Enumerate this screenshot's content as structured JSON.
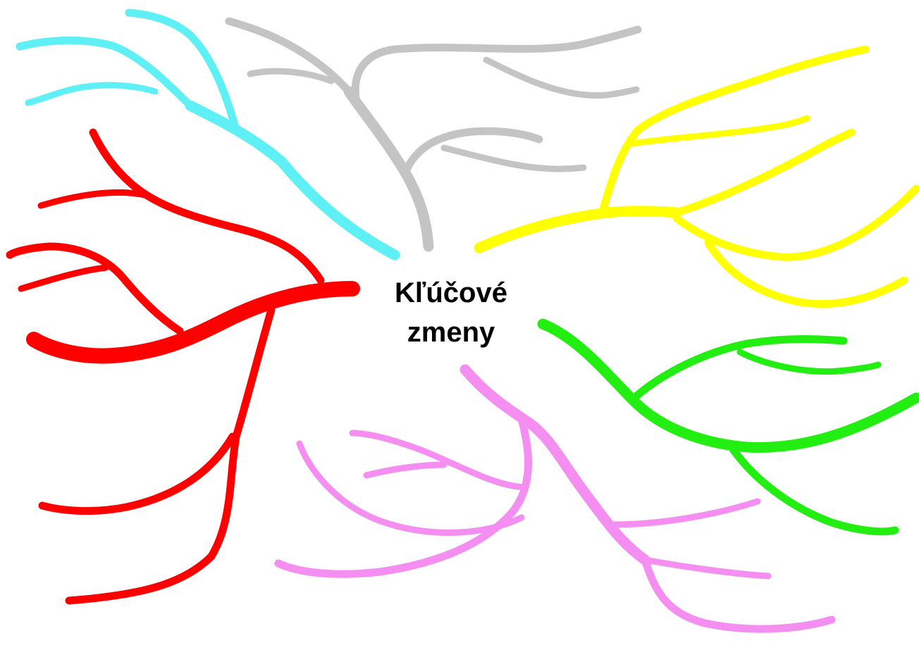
{
  "center": {
    "line1": "Kľúčové",
    "line2": "zmeny"
  },
  "colors": {
    "cyan": "#5ef0f5",
    "gray": "#c4c4c4",
    "yellow": "#ffff00",
    "red": "#ff0000",
    "green": "#22ee11",
    "pink": "#f48ef0"
  },
  "branches": [
    {
      "id": "cyan",
      "color": "cyan"
    },
    {
      "id": "gray",
      "color": "gray"
    },
    {
      "id": "yellow",
      "color": "yellow"
    },
    {
      "id": "red",
      "color": "red"
    },
    {
      "id": "green",
      "color": "green"
    },
    {
      "id": "pink",
      "color": "pink"
    }
  ]
}
